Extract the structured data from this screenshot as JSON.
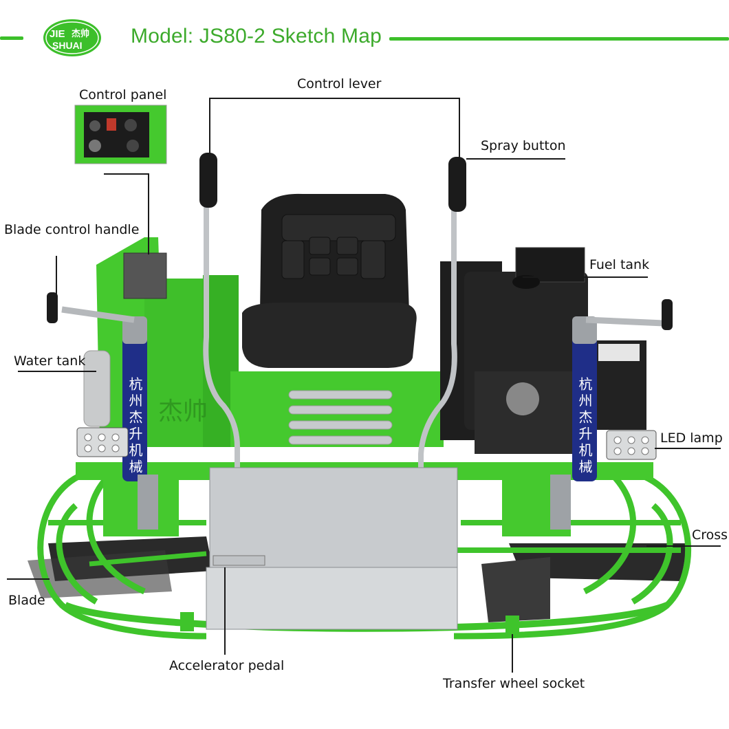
{
  "header": {
    "logo_top": "JIE",
    "logo_cn": "杰帅",
    "logo_bottom": "SHUAI",
    "title": "Model: JS80-2 Sketch Map"
  },
  "machine_text": {
    "pole_chars": "杭州杰升机械",
    "body_chars": "杰帅"
  },
  "callouts": {
    "control_panel": "Control panel",
    "control_lever": "Control lever",
    "spray_button": "Spray button",
    "blade_control_handle": "Blade control handle",
    "fuel_tank": "Fuel tank",
    "water_tank": "Water tank",
    "led_lamp": "LED lamp",
    "cross": "Cross",
    "blade": "Blade",
    "accelerator_pedal": "Accelerator pedal",
    "transfer_wheel_socket": "Transfer wheel socket"
  },
  "colors": {
    "brand_green": "#3cbf2a",
    "machine_green": "#45c92e",
    "seat_black": "#1c1c1c",
    "steel": "#b8bcbf"
  }
}
